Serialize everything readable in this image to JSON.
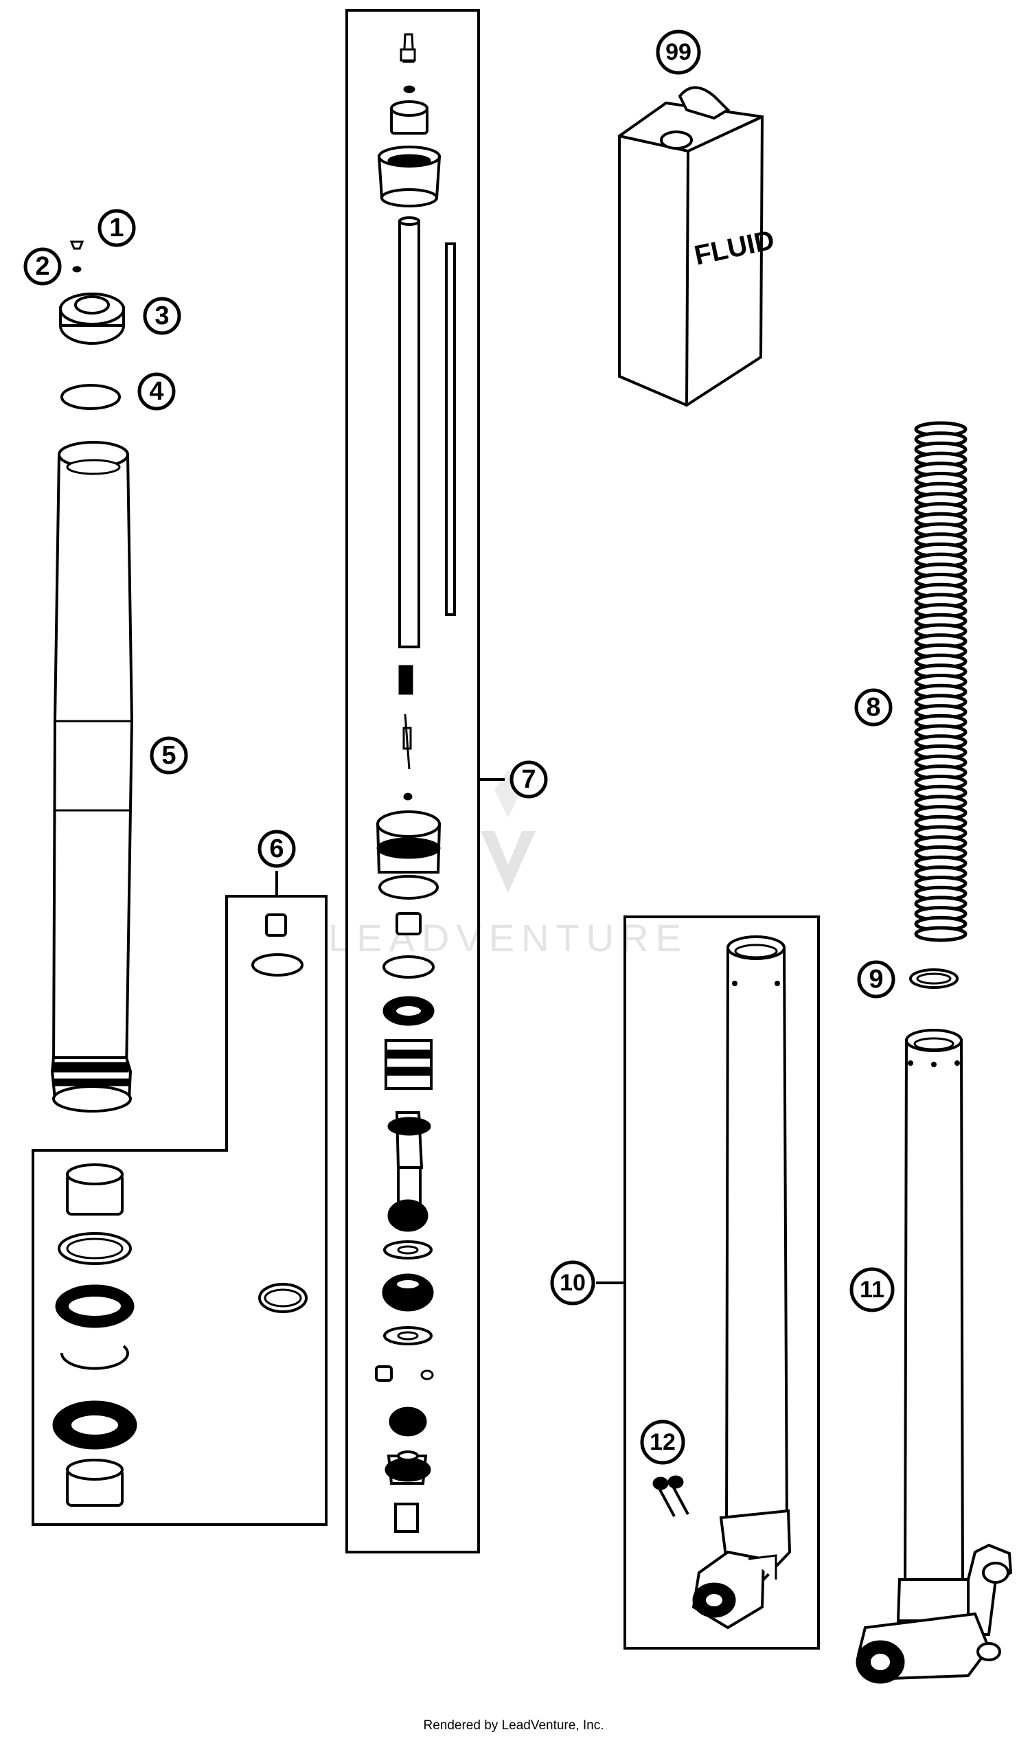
{
  "callouts": [
    {
      "id": "1",
      "label": "1"
    },
    {
      "id": "2",
      "label": "2"
    },
    {
      "id": "3",
      "label": "3"
    },
    {
      "id": "4",
      "label": "4"
    },
    {
      "id": "5",
      "label": "5"
    },
    {
      "id": "6",
      "label": "6"
    },
    {
      "id": "7",
      "label": "7"
    },
    {
      "id": "8",
      "label": "8"
    },
    {
      "id": "9",
      "label": "9"
    },
    {
      "id": "10",
      "label": "10"
    },
    {
      "id": "11",
      "label": "11"
    },
    {
      "id": "12",
      "label": "12"
    },
    {
      "id": "99",
      "label": "99"
    }
  ],
  "can_label": "FLUID",
  "watermark": "LEADVENTURE",
  "footer": "Rendered by LeadVenture, Inc."
}
